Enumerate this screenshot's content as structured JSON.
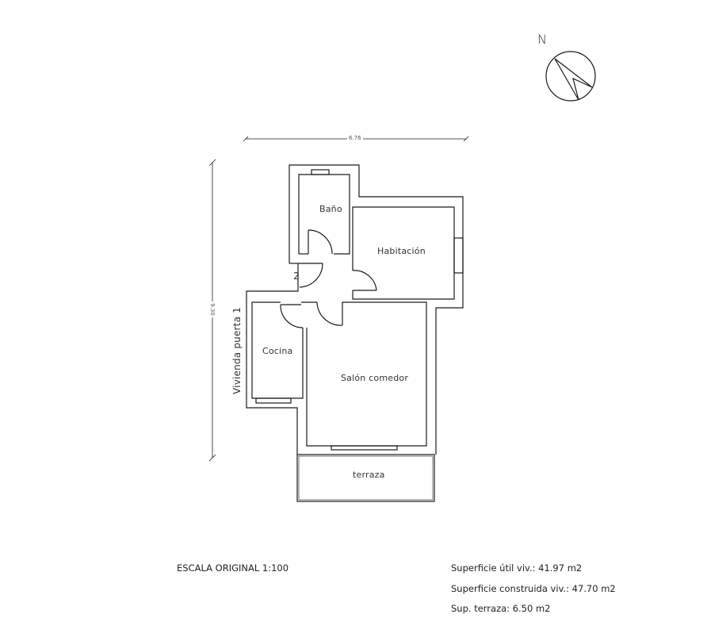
{
  "north": {
    "label": "N"
  },
  "dimensions": {
    "width": "6.76",
    "height": "9.30"
  },
  "unit_label": "Vivienda puerta 1",
  "door_number": "2",
  "rooms": {
    "bano": "Baño",
    "habitacion": "Habitación",
    "cocina": "Cocina",
    "salon": "Salón comedor",
    "terraza": "terraza"
  },
  "footer": {
    "scale": "ESCALA ORIGINAL 1:100",
    "superficie_util": "Superficie útil viv.: 41.97 m2",
    "superficie_construida": "Superficie construida viv.: 47.70 m2",
    "sup_terraza": "Sup. terraza: 6.50 m2"
  },
  "colors": {
    "line": "#1a1a1a",
    "background": "#ffffff"
  }
}
